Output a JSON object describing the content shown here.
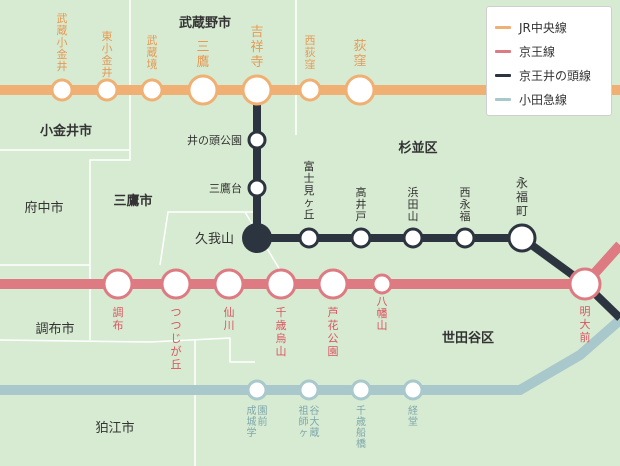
{
  "legend": {
    "jr_chuo": "JR中央線",
    "keio": "京王線",
    "inokashira": "京王井の頭線",
    "odakyu": "小田急線"
  },
  "colors": {
    "jr_chuo": "#f0b074",
    "keio": "#de7a82",
    "inokashira": "#2c3440",
    "odakyu": "#a8c8cc",
    "land": "#d7ebd2",
    "border": "#ffffff"
  },
  "districts": {
    "musashino": "武蔵野市",
    "koganei": "小金井市",
    "suginami": "杉並区",
    "fuchu": "府中市",
    "mitaka": "三鷹市",
    "chofu": "調布市",
    "setagaya": "世田谷区",
    "komae": "狛江市"
  },
  "stations": {
    "musashikoganei": "武蔵小金井",
    "higashikoganei": "東小金井",
    "musashisakai": "武蔵境",
    "mitaka": "三鷹",
    "kichijoji": "吉祥寺",
    "nishiogikubo": "西荻窪",
    "ogikubo": "荻窪",
    "inokashirakoen": "井の頭公園",
    "mitakadai": "三鷹台",
    "kugayama": "久我山",
    "fujimigaoka": "富士見ヶ丘",
    "takaido": "高井戸",
    "hamadayama": "浜田山",
    "nishieifuku": "西永福",
    "eifukucho": "永福町",
    "meidaimae": "明大前",
    "chofu": "調布",
    "tsutsujigaoka": "つつじが丘",
    "sengawa": "仙川",
    "chitosekarasuyama": "千歳烏山",
    "rokakoen": "芦花公園",
    "hachimanyama": "八幡山",
    "seijogakuenmae": "成城学園前",
    "soshigayaokura": "祖師ヶ谷大蔵",
    "chitosefunabashi": "千歳船橋",
    "kyodo": "経堂"
  }
}
